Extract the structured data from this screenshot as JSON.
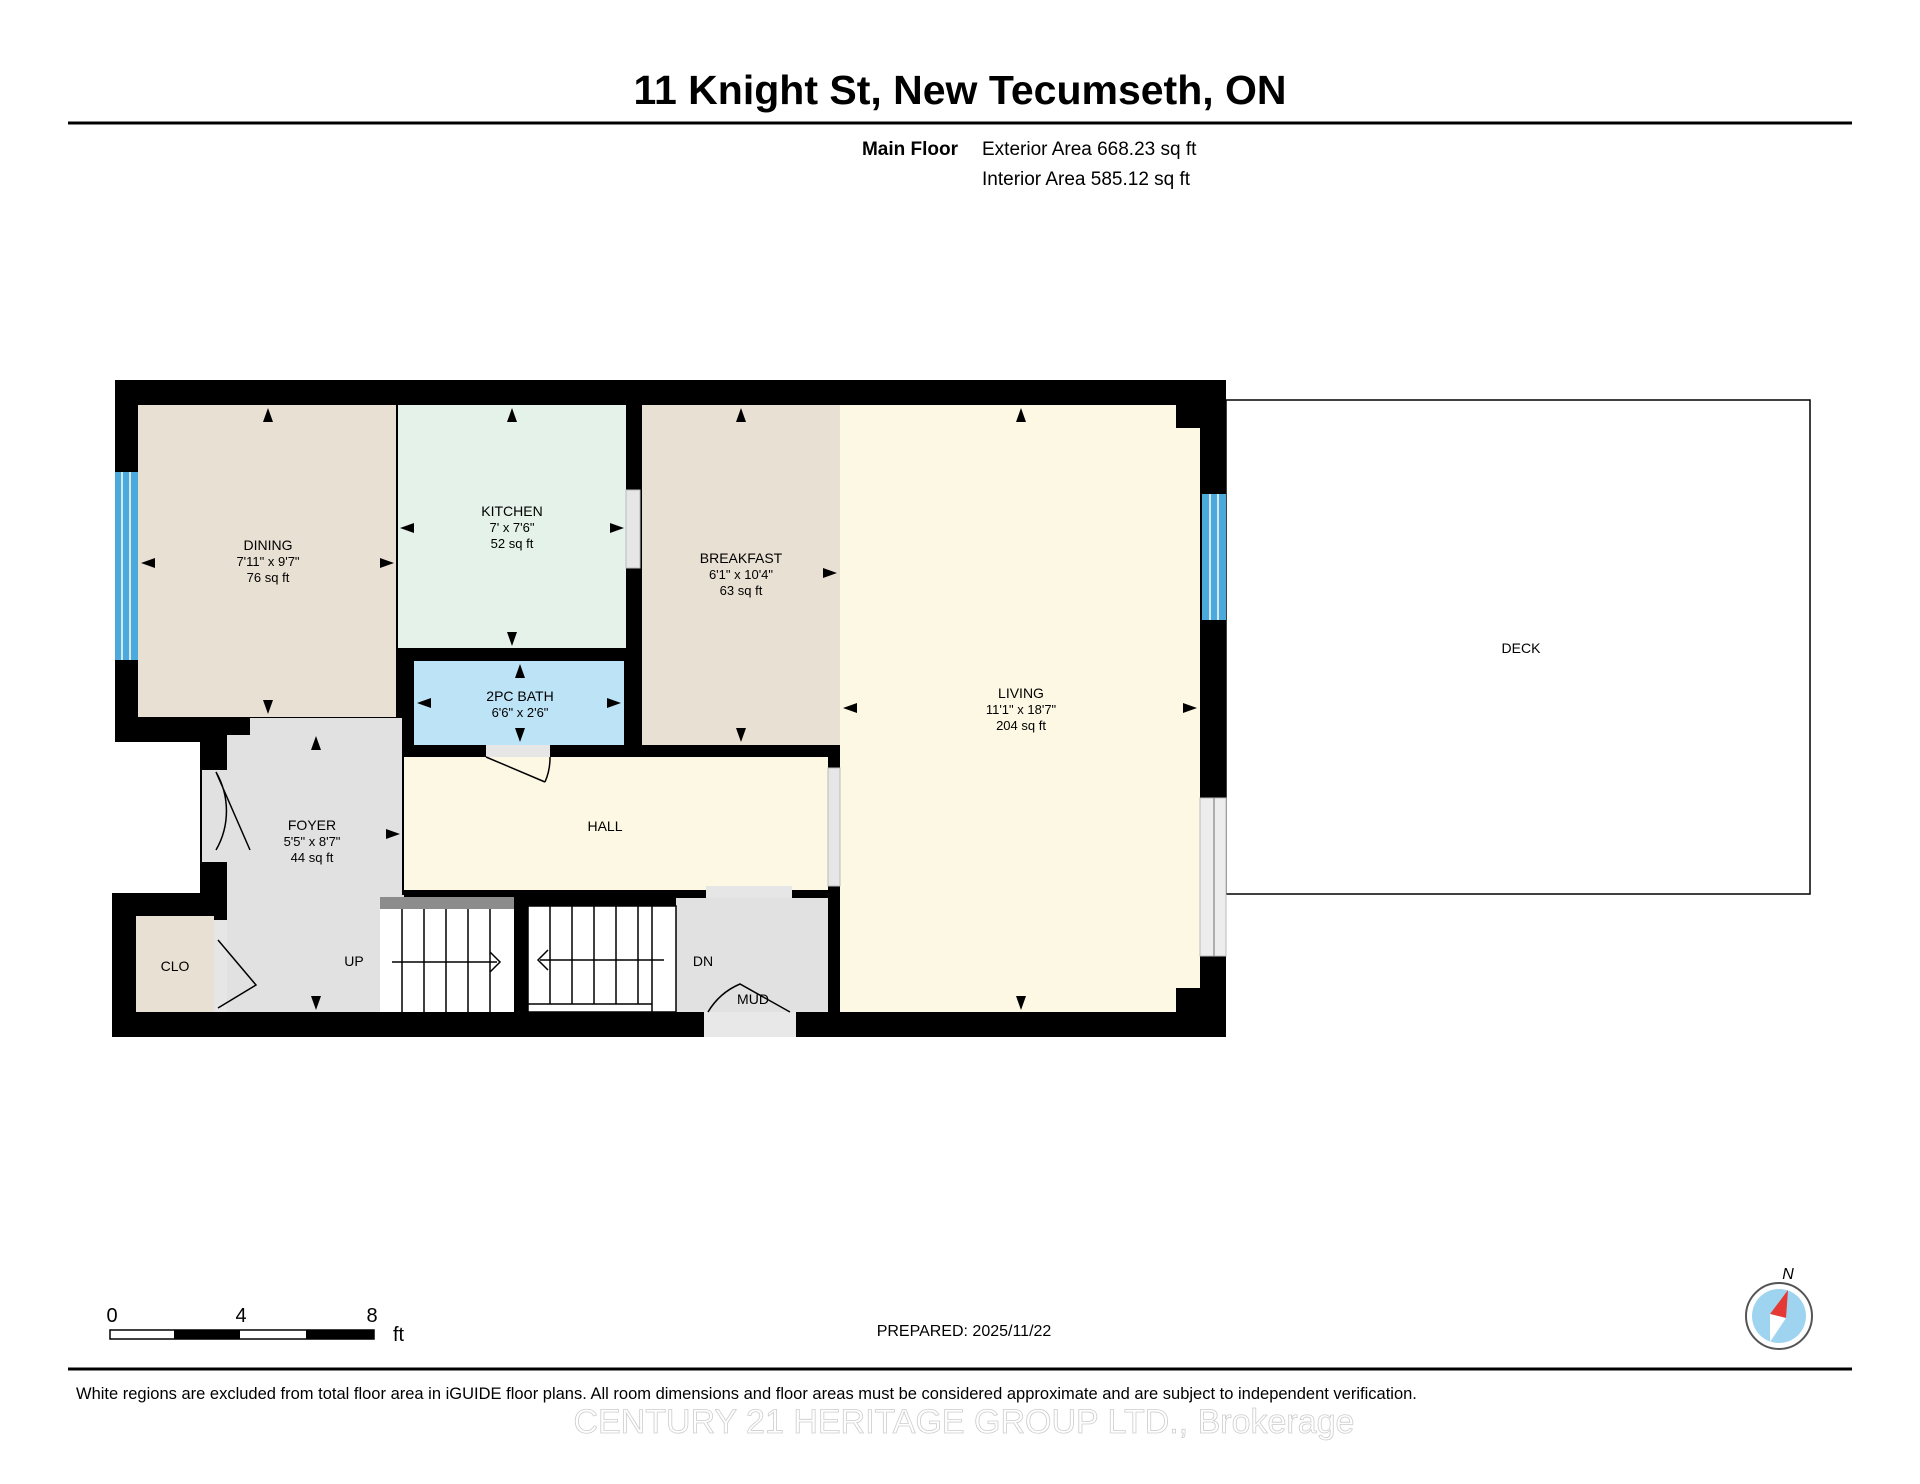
{
  "title": "11 Knight St, New Tecumseth, ON",
  "floor": {
    "label": "Main Floor",
    "exterior_area": "Exterior Area 668.23 sq ft",
    "interior_area": "Interior Area 585.12 sq ft"
  },
  "rooms": {
    "dining": {
      "name": "DINING",
      "dims": "7'11\" x 9'7\"",
      "area": "76 sq ft"
    },
    "kitchen": {
      "name": "KITCHEN",
      "dims": "7' x 7'6\"",
      "area": "52 sq ft"
    },
    "breakfast": {
      "name": "BREAKFAST",
      "dims": "6'1\" x 10'4\"",
      "area": "63 sq ft"
    },
    "living": {
      "name": "LIVING",
      "dims": "11'1\" x 18'7\"",
      "area": "204 sq ft"
    },
    "bath": {
      "name": "2PC BATH",
      "dims": "6'6\" x 2'6\""
    },
    "foyer": {
      "name": "FOYER",
      "dims": "5'5\" x 8'7\"",
      "area": "44 sq ft"
    },
    "hall": {
      "name": "HALL"
    },
    "clo": {
      "name": "CLO"
    },
    "mud": {
      "name": "MUD"
    },
    "deck": {
      "name": "DECK"
    }
  },
  "stairs": {
    "up": "UP",
    "down": "DN"
  },
  "scale": {
    "ticks": [
      "0",
      "4",
      "8"
    ],
    "unit": "ft"
  },
  "compass": {
    "north": "N"
  },
  "prepared": "PREPARED: 2025/11/22",
  "disclaimer": "White regions are excluded from total floor area in iGUIDE floor plans. All room dimensions and floor areas must be considered approximate and are subject to independent verification.",
  "watermark": "CENTURY 21 HERITAGE GROUP LTD., Brokerage",
  "colors": {
    "wall": "#000000",
    "dining": "#e8e0d3",
    "kitchen": "#e5f2ea",
    "breakfast": "#e8e0d3",
    "living": "#fdf8e3",
    "bath": "#bde3f7",
    "hall": "#fdf8e3",
    "foyer": "#e1e1e1",
    "clo": "#e8e0d3",
    "window": "#4ba9dc",
    "compass_red": "#e53935",
    "compass_blue": "#9fd4f0"
  }
}
